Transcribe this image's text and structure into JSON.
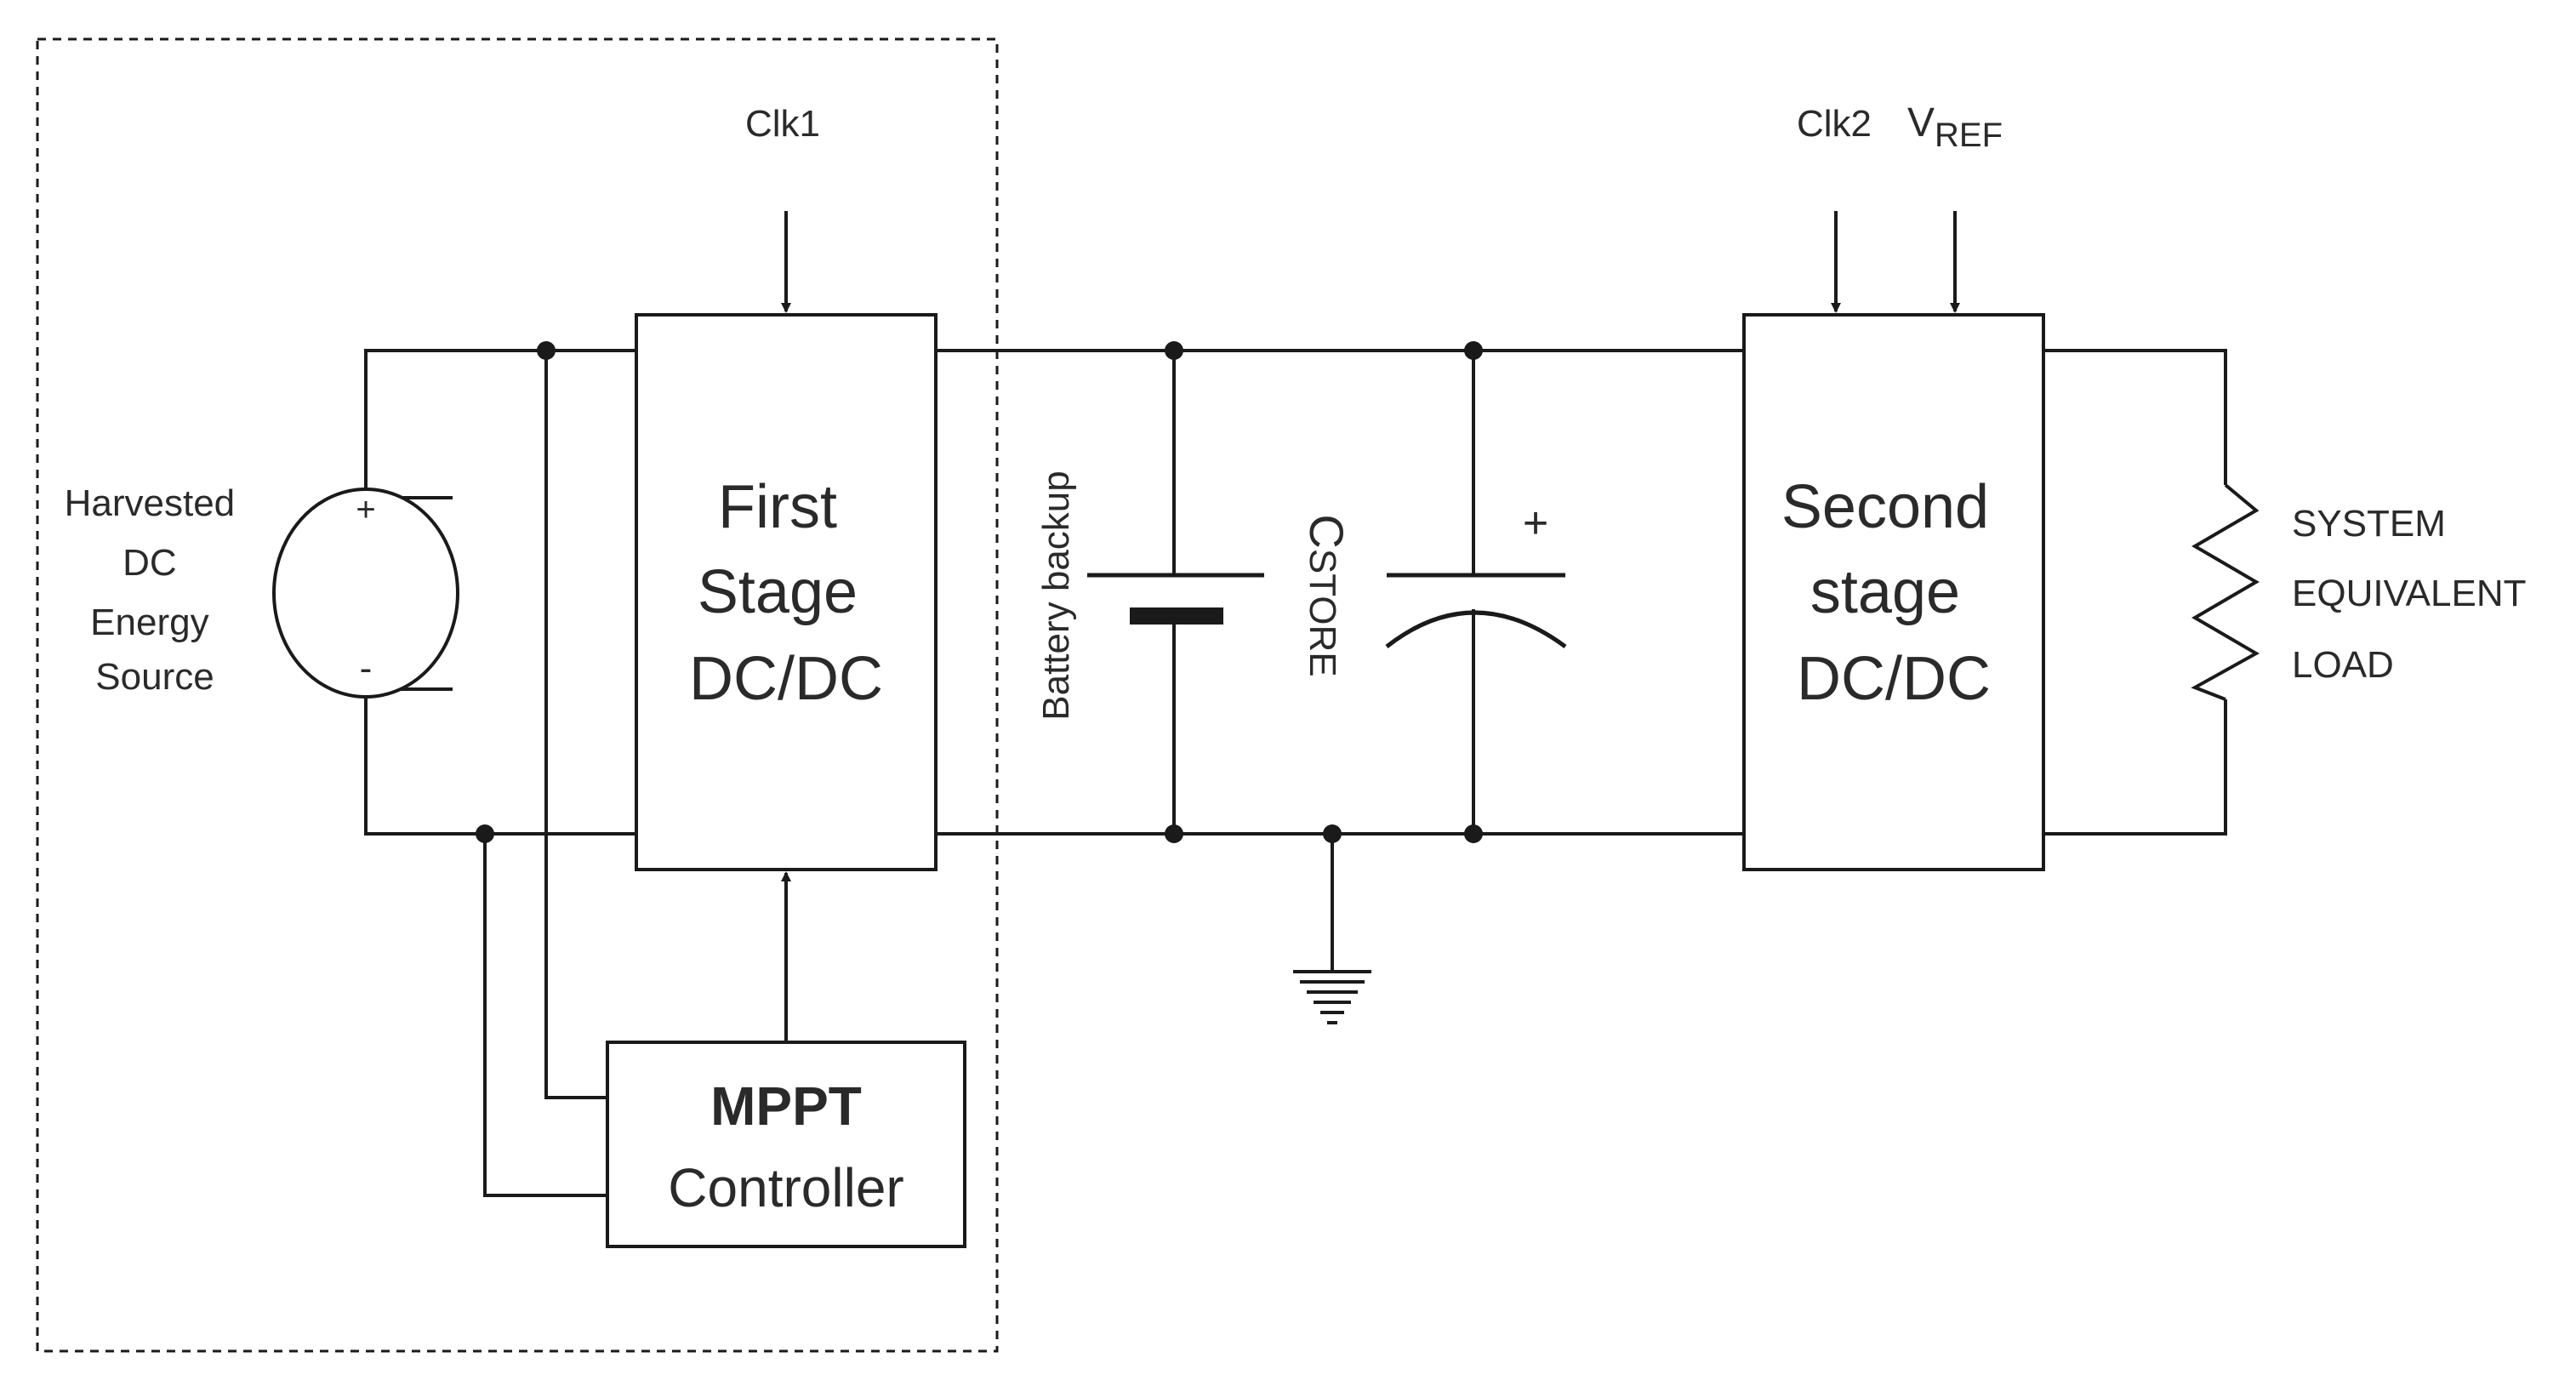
{
  "source": {
    "lines": [
      "Harvested",
      "DC",
      "Energy",
      "Source"
    ],
    "plus": "+",
    "minus": "-"
  },
  "first_stage": {
    "lines": [
      "First",
      "Stage",
      "DC/DC"
    ]
  },
  "clk1": "Clk1",
  "mppt": {
    "line1": "MPPT",
    "line2": "Controller"
  },
  "battery": {
    "label": "Battery backup"
  },
  "cstore": {
    "prefix": "C",
    "sub": "STORE",
    "plus": "+"
  },
  "second_stage": {
    "lines": [
      "Second",
      "stage",
      "DC/DC"
    ]
  },
  "clk2": "Clk2",
  "vref": {
    "prefix": "V",
    "sub": "REF"
  },
  "load": {
    "lines": [
      "SYSTEM",
      "EQUIVALENT",
      "LOAD"
    ]
  }
}
